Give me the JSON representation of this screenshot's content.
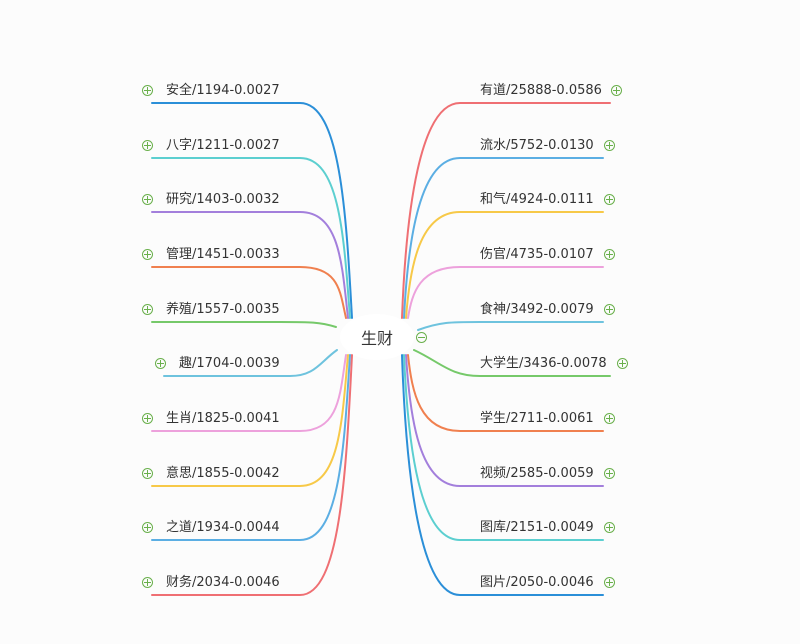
{
  "root": {
    "label": "生财",
    "collapse_icon": "minus-circle-icon"
  },
  "expand_icon": "plus-circle-icon",
  "left": [
    {
      "label": "安全/1194-0.0027",
      "color": "#2b8fd8"
    },
    {
      "label": "八字/1211-0.0027",
      "color": "#5ccfd0"
    },
    {
      "label": "研究/1403-0.0032",
      "color": "#a37fdc"
    },
    {
      "label": "管理/1451-0.0033",
      "color": "#f0804f"
    },
    {
      "label": "养殖/1557-0.0035",
      "color": "#76c96a"
    },
    {
      "label": "趣/1704-0.0039",
      "color": "#6ec3de"
    },
    {
      "label": "生肖/1825-0.0041",
      "color": "#eda1dc"
    },
    {
      "label": "意思/1855-0.0042",
      "color": "#f7c948"
    },
    {
      "label": "之道/1934-0.0044",
      "color": "#5baee3"
    },
    {
      "label": "财务/2034-0.0046",
      "color": "#ef6f73"
    }
  ],
  "right": [
    {
      "label": "有道/25888-0.0586",
      "color": "#ef6f73"
    },
    {
      "label": "流水/5752-0.0130",
      "color": "#5baee3"
    },
    {
      "label": "和气/4924-0.0111",
      "color": "#f7c948"
    },
    {
      "label": "伤官/4735-0.0107",
      "color": "#eda1dc"
    },
    {
      "label": "食神/3492-0.0079",
      "color": "#6ec3de"
    },
    {
      "label": "大学生/3436-0.0078",
      "color": "#76c96a"
    },
    {
      "label": "学生/2711-0.0061",
      "color": "#f0804f"
    },
    {
      "label": "视频/2585-0.0059",
      "color": "#a37fdc"
    },
    {
      "label": "图库/2151-0.0049",
      "color": "#5ccfd0"
    },
    {
      "label": "图片/2050-0.0046",
      "color": "#2b8fd8"
    }
  ]
}
